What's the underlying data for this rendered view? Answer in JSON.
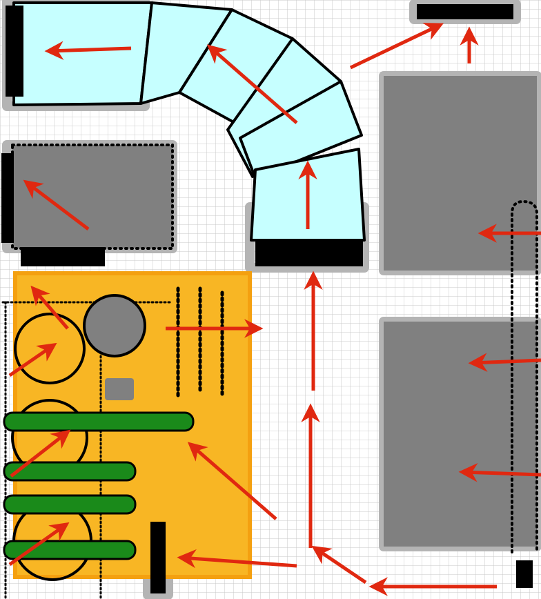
{
  "canvas": {
    "background": "#ffffff",
    "grid_color": "#c8c8c8"
  },
  "colors": {
    "region_cyan": "#c6ffff",
    "region_gray": "#808080",
    "region_orange": "#f8b624",
    "region_green": "#1a8a1a",
    "outline": "#000000",
    "halo": "#b4b4b4",
    "arrow": "#e02810"
  },
  "legend": {},
  "regions": [
    {
      "name": "corridor-segment-1",
      "kind": "cyan"
    },
    {
      "name": "corridor-segment-2",
      "kind": "cyan"
    },
    {
      "name": "corridor-segment-3",
      "kind": "cyan"
    },
    {
      "name": "corridor-segment-4",
      "kind": "cyan"
    },
    {
      "name": "corridor-segment-5",
      "kind": "cyan"
    },
    {
      "name": "corridor-segment-6",
      "kind": "cyan"
    },
    {
      "name": "gray-block-left",
      "kind": "gray"
    },
    {
      "name": "gray-block-right-top",
      "kind": "gray"
    },
    {
      "name": "gray-block-right-bottom",
      "kind": "gray"
    },
    {
      "name": "orange-area",
      "kind": "orange"
    },
    {
      "name": "green-bars",
      "kind": "green"
    }
  ],
  "arrow_count": 20
}
